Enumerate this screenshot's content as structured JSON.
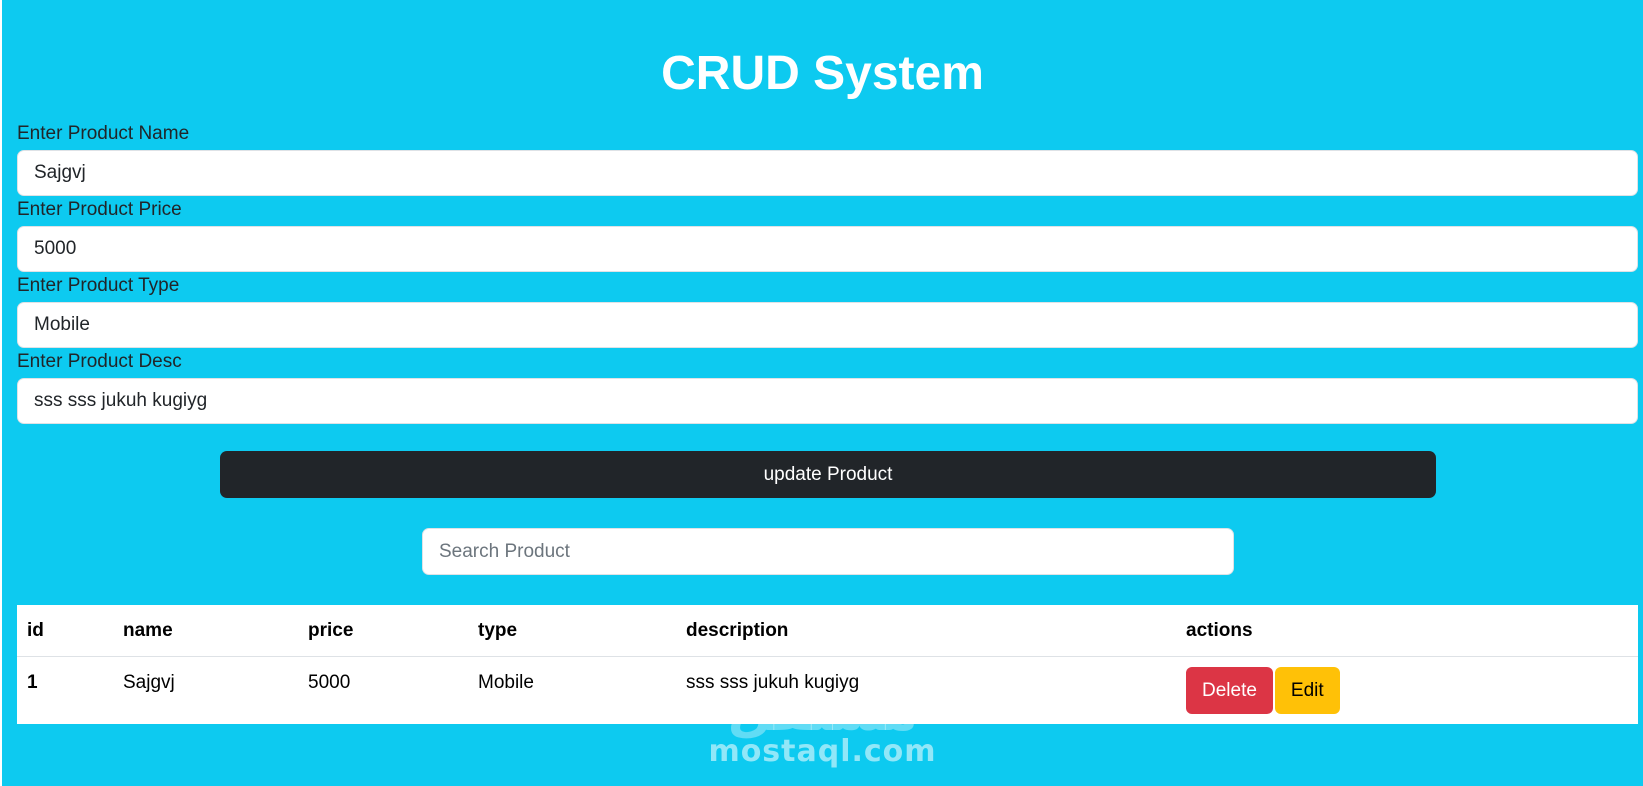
{
  "app": {
    "title": "CRUD System"
  },
  "form": {
    "name": {
      "label": "Enter Product Name",
      "value": "Sajgvj"
    },
    "price": {
      "label": "Enter Product Price",
      "value": "5000"
    },
    "type": {
      "label": "Enter Product Type",
      "value": "Mobile"
    },
    "desc": {
      "label": "Enter Product Desc",
      "value": "sss sss jukuh kugiyg"
    },
    "submit_label": "update Product"
  },
  "search": {
    "placeholder": "Search Product",
    "value": ""
  },
  "table": {
    "columns": [
      "id",
      "name",
      "price",
      "type",
      "description",
      "actions"
    ],
    "rows": [
      {
        "id": "1",
        "name": "Sajgvj",
        "price": "5000",
        "type": "Mobile",
        "description": "sss sss jukuh kugiyg",
        "delete_label": "Delete",
        "edit_label": "Edit"
      }
    ]
  },
  "watermark": {
    "arabic": "مستقل",
    "latin": "mostaql.com"
  },
  "colors": {
    "background": "#0dcaf0",
    "primary_button": "#212529",
    "delete_button": "#dc3545",
    "edit_button": "#ffc107"
  }
}
